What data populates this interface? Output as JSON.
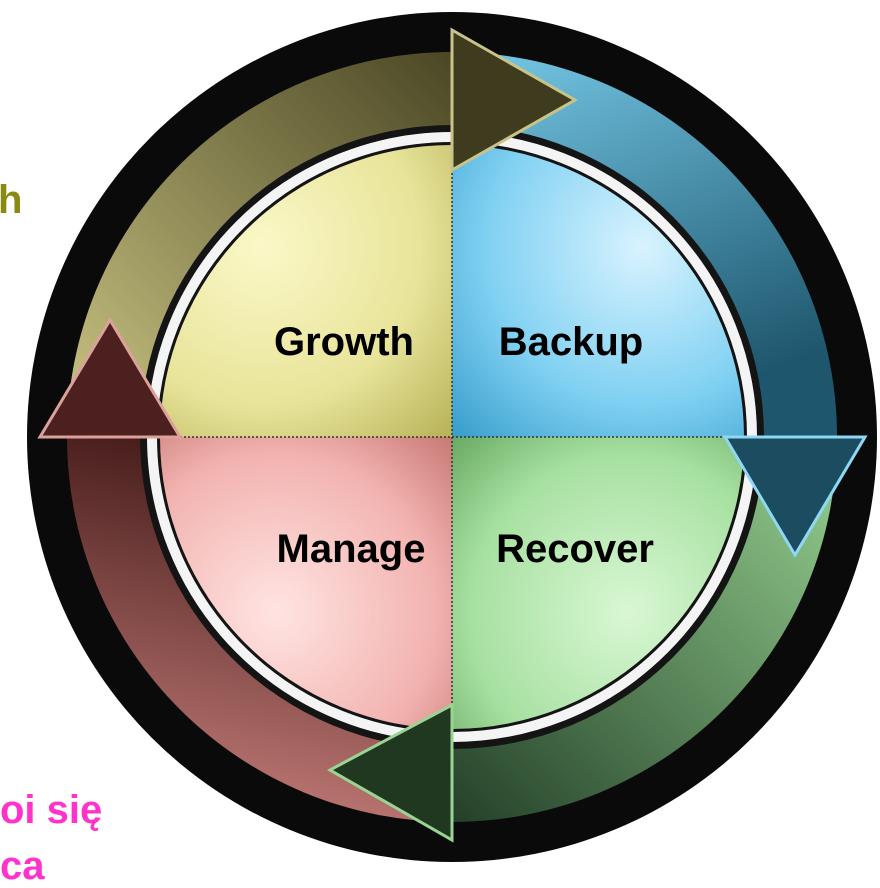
{
  "side_text": {
    "top_fragment": "h",
    "bottom_fragment_line1": "oi się",
    "bottom_fragment_line2": "ca"
  },
  "cycle": {
    "quadrants": [
      {
        "key": "growth",
        "label": "Growth",
        "color": "#e8e49a"
      },
      {
        "key": "backup",
        "label": "Backup",
        "color": "#7fd0f2"
      },
      {
        "key": "recover",
        "label": "Recover",
        "color": "#a6e0a0"
      },
      {
        "key": "manage",
        "label": "Manage",
        "color": "#f2b3b0"
      }
    ],
    "arrow_colors": {
      "olive": "#7a7440",
      "blue": "#2f7f9e",
      "green": "#3c6a3a",
      "maroon": "#6b2e2a"
    }
  }
}
